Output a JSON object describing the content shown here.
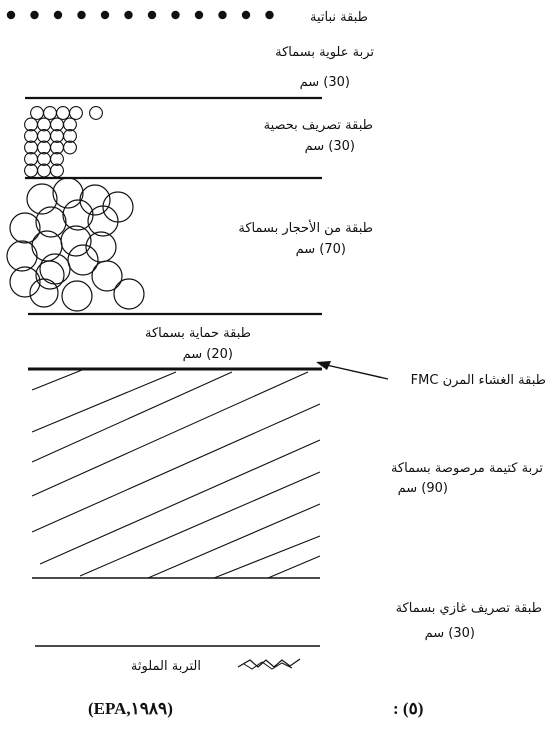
{
  "colors": {
    "ink": "#111111",
    "background": "#ffffff"
  },
  "layers": [
    {
      "name": "طبقة نباتية"
    },
    {
      "name": "تربة علوية بسماكة",
      "thickness": "(30)  سم"
    },
    {
      "name": "طبقة تصريف بحصية",
      "thickness": "(30) سم"
    },
    {
      "name": "طبقة من الأحجار بسماكة",
      "thickness": "(70) سم"
    },
    {
      "name": "طبقة حماية بسماكة",
      "thickness": "(20)      سم"
    },
    {
      "name": "طبقة الغشاء المرن FMC"
    },
    {
      "name": "تربة كتيمة مرصوصة بسماكة",
      "thickness": "(90) سم"
    },
    {
      "name": "طبقة تصريف غازي بسماكة",
      "thickness": "(30)  سم"
    },
    {
      "name": "التربة الملوثة"
    }
  ],
  "caption": {
    "source": "(EPA,١٩٨٩)",
    "figure": ": (٥)"
  }
}
